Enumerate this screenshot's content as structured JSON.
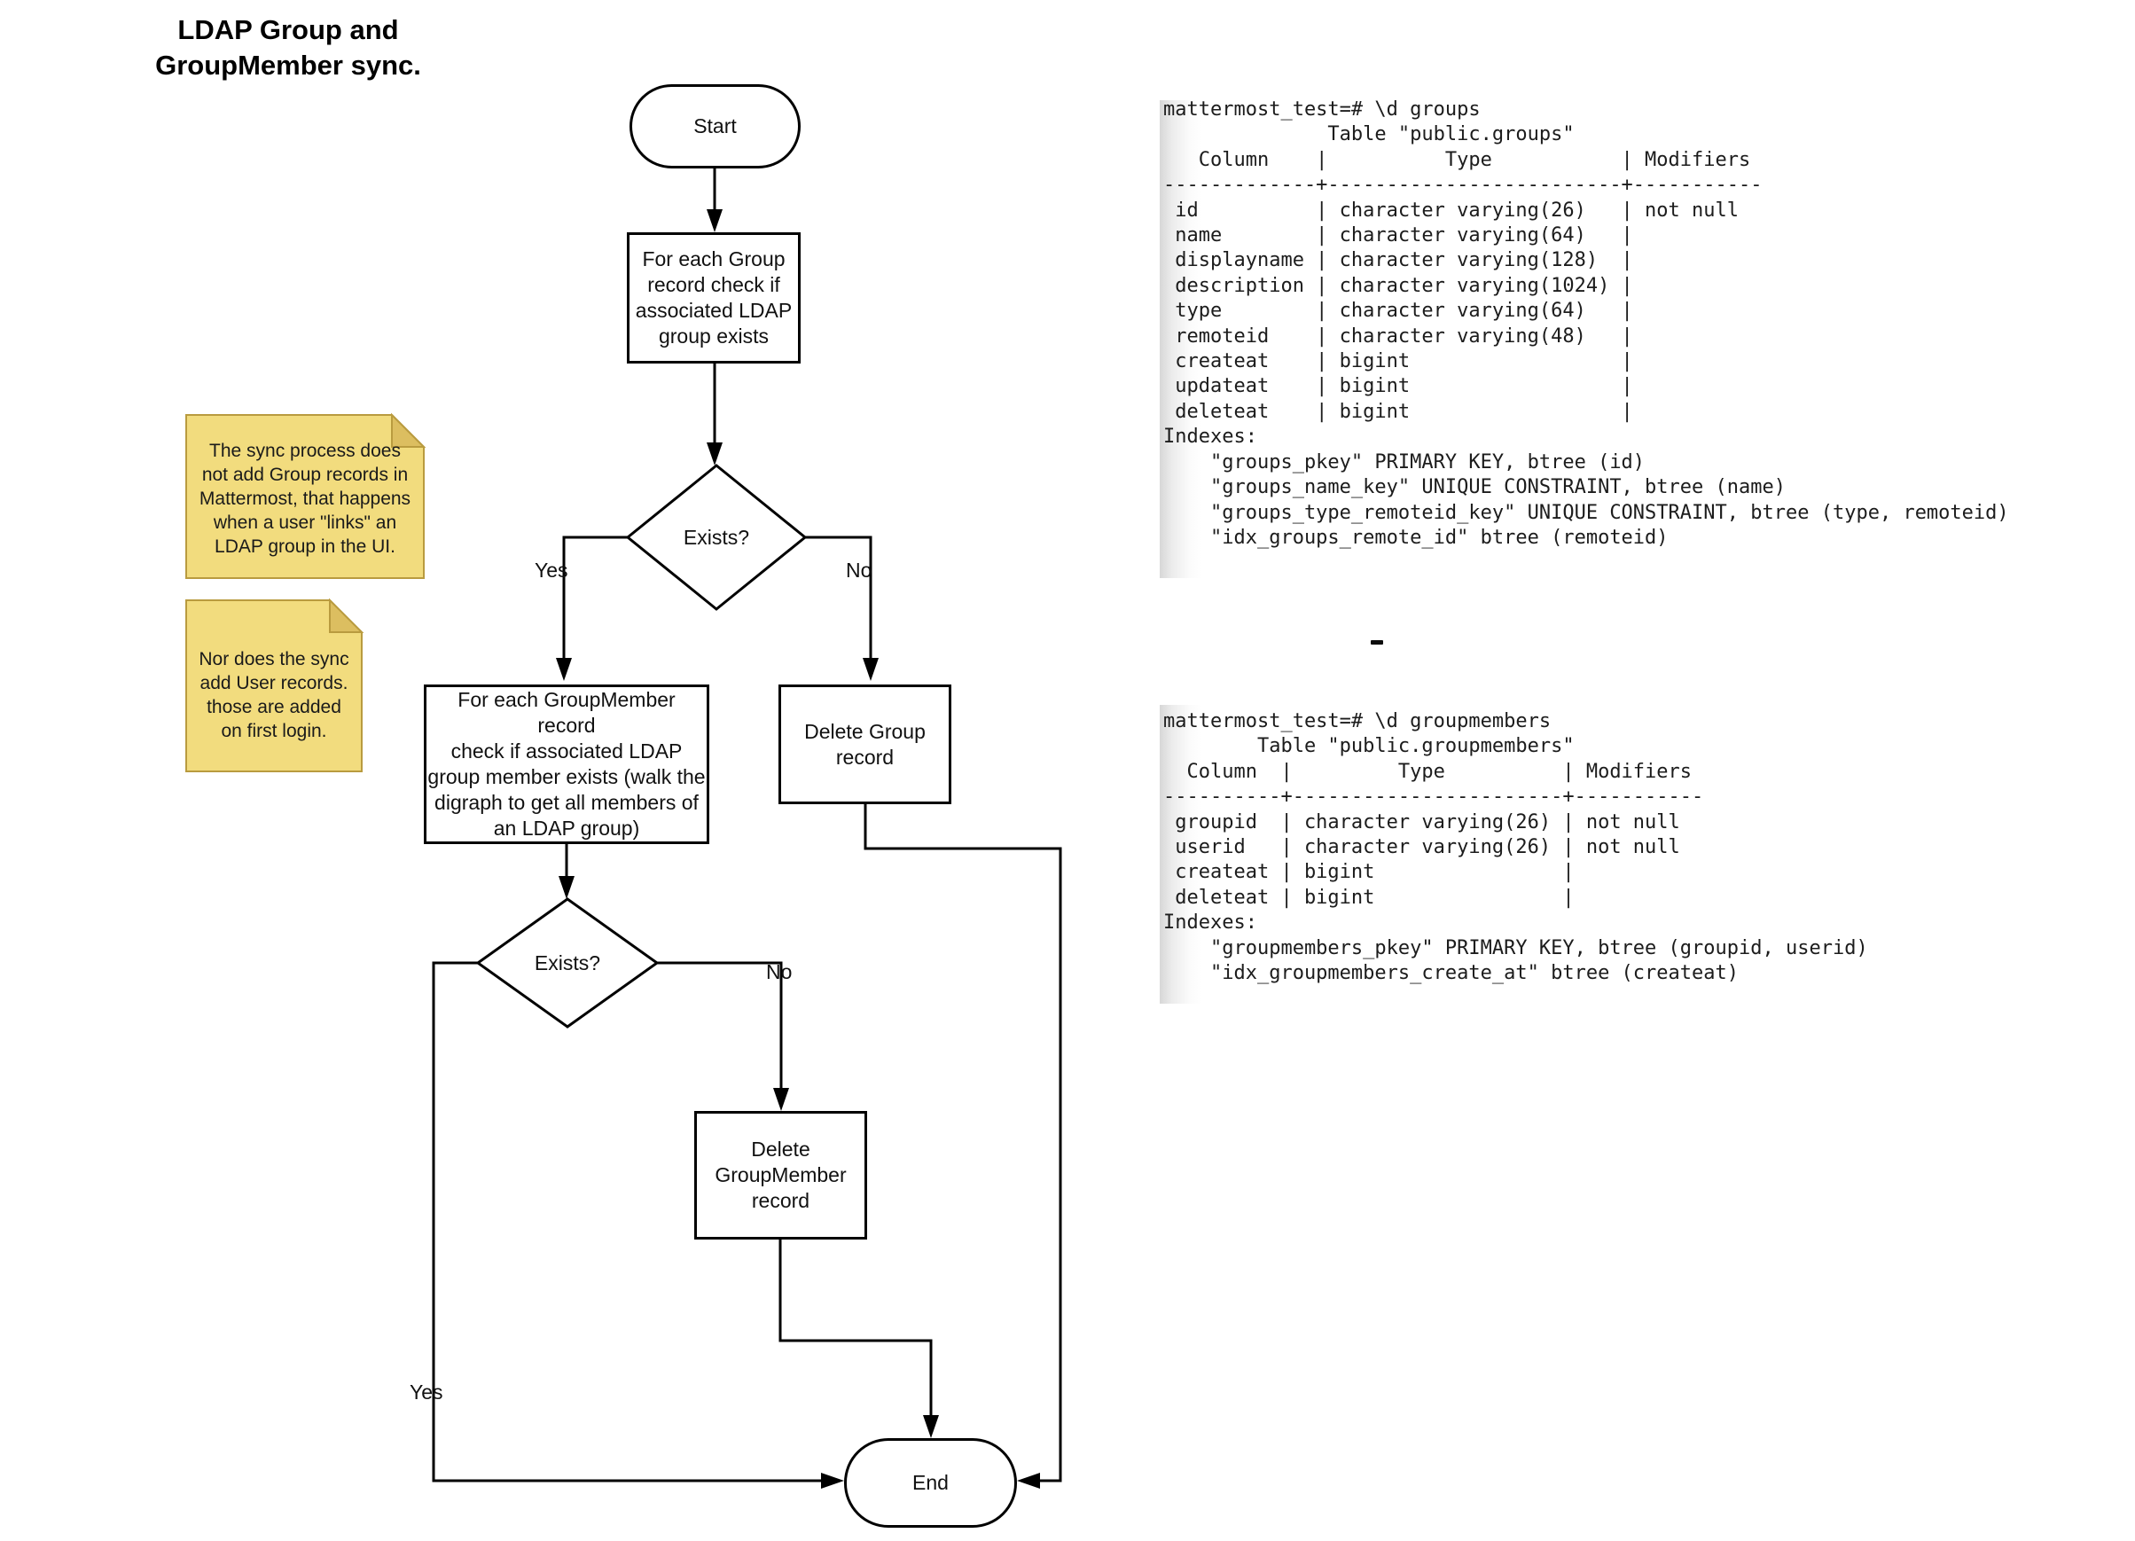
{
  "title": "LDAP Group and\nGroupMember sync.",
  "flowchart": {
    "start": "Start",
    "process_group": "For each Group\nrecord check if\nassociated LDAP\ngroup exists",
    "decision_group": "Exists?",
    "decision_group_yes": "Yes",
    "decision_group_no": "No",
    "process_groupmember": "For each GroupMember record\ncheck if associated LDAP\ngroup member exists (walk the\ndigraph to get all members of\nan LDAP group)",
    "delete_group": "Delete Group\nrecord",
    "decision_groupmember": "Exists?",
    "decision_groupmember_yes": "Yes",
    "decision_groupmember_no": "No",
    "delete_groupmember": "Delete\nGroupMember\nrecord",
    "end": "End"
  },
  "notes": [
    {
      "text": "The sync process does\nnot add Group records in\nMattermost, that happens\nwhen a user \"links\" an\nLDAP group in the UI."
    },
    {
      "text": "Nor does the sync\nadd User records.\nthose are added\non first login."
    }
  ],
  "terminals": [
    {
      "lines": [
        "mattermost_test=# \\d groups",
        "              Table \"public.groups\"",
        "   Column    |          Type           | Modifiers",
        "-------------+-------------------------+-----------",
        " id          | character varying(26)   | not null",
        " name        | character varying(64)   |",
        " displayname | character varying(128)  |",
        " description | character varying(1024) |",
        " type        | character varying(64)   |",
        " remoteid    | character varying(48)   |",
        " createat    | bigint                  |",
        " updateat    | bigint                  |",
        " deleteat    | bigint                  |",
        "Indexes:",
        "    \"groups_pkey\" PRIMARY KEY, btree (id)",
        "    \"groups_name_key\" UNIQUE CONSTRAINT, btree (name)",
        "    \"groups_type_remoteid_key\" UNIQUE CONSTRAINT, btree (type, remoteid)",
        "    \"idx_groups_remote_id\" btree (remoteid)"
      ]
    },
    {
      "lines": [
        "mattermost_test=# \\d groupmembers",
        "        Table \"public.groupmembers\"",
        "  Column  |         Type          | Modifiers",
        "----------+-----------------------+-----------",
        " groupid  | character varying(26) | not null",
        " userid   | character varying(26) | not null",
        " createat | bigint                |",
        " deleteat | bigint                |",
        "Indexes:",
        "    \"groupmembers_pkey\" PRIMARY KEY, btree (groupid, userid)",
        "    \"idx_groupmembers_create_at\" btree (createat)"
      ]
    }
  ],
  "colors": {
    "note_fill": "#F2DC7E",
    "note_fold": "#DCBE60",
    "note_border": "#B99B3F",
    "line": "#000000",
    "terminal_text": "#1c1c1c",
    "terminal_edge": "#d7d7d7"
  }
}
